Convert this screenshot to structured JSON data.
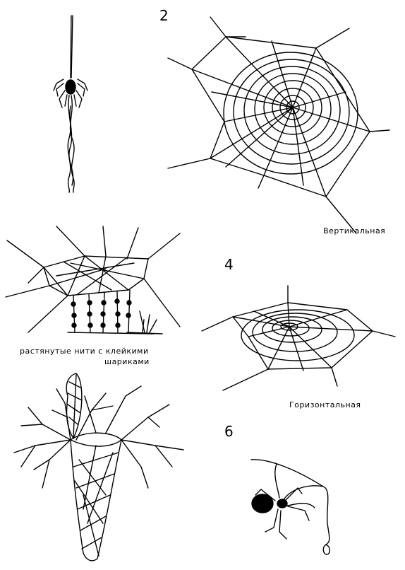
{
  "figure_numbers": {
    "n2": "2",
    "n4": "4",
    "n6": "6"
  },
  "captions": {
    "vertical": "Вертикальная",
    "threads_line1": "растянутые нити с клейкими",
    "threads_line2": "шариками",
    "horizontal": "Горизонтальная"
  }
}
